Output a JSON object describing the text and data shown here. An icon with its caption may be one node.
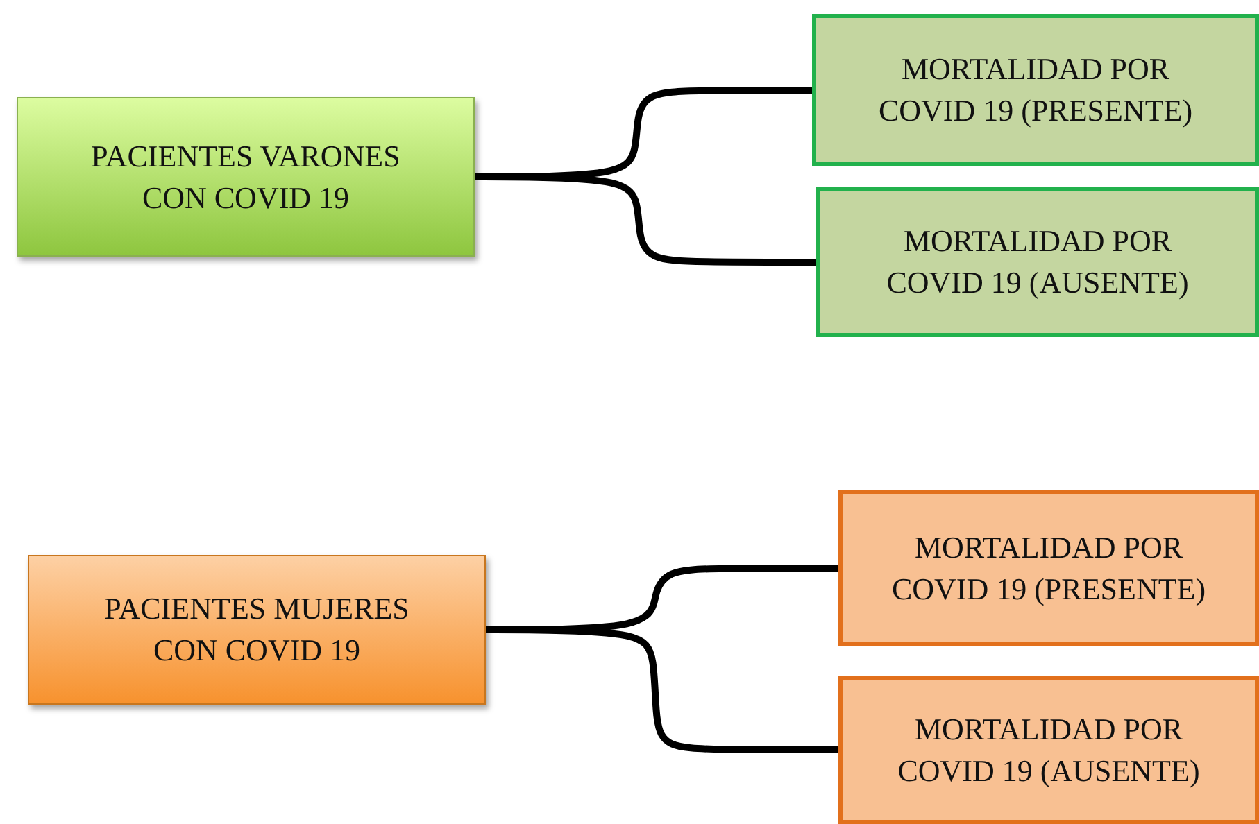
{
  "diagram": {
    "nodes": [
      {
        "text": [
          "PACIENTES VARONES CON COVID 19"
        ]
      },
      {
        "text": [
          "MORTALIDAD POR COVID 19 (PRESENTE)"
        ]
      },
      {
        "text": [
          "MORTALIDAD POR COVID 19 (AUSENTE)"
        ]
      },
      {
        "text": [
          "PACIENTES MUJERES CON COVID 19"
        ]
      },
      {
        "text": [
          "MORTALIDAD POR COVID 19 (PRESENTE)"
        ]
      },
      {
        "text": [
          "MORTALIDAD POR COVID 19 (AUSENTE)"
        ]
      }
    ],
    "edges": [
      {
        "from": 0,
        "to": 1,
        "arrow": "none"
      },
      {
        "from": 0,
        "to": 2,
        "arrow": "none"
      },
      {
        "from": 3,
        "to": 4,
        "arrow": "none"
      },
      {
        "from": 3,
        "to": 5,
        "arrow": "none"
      }
    ]
  }
}
